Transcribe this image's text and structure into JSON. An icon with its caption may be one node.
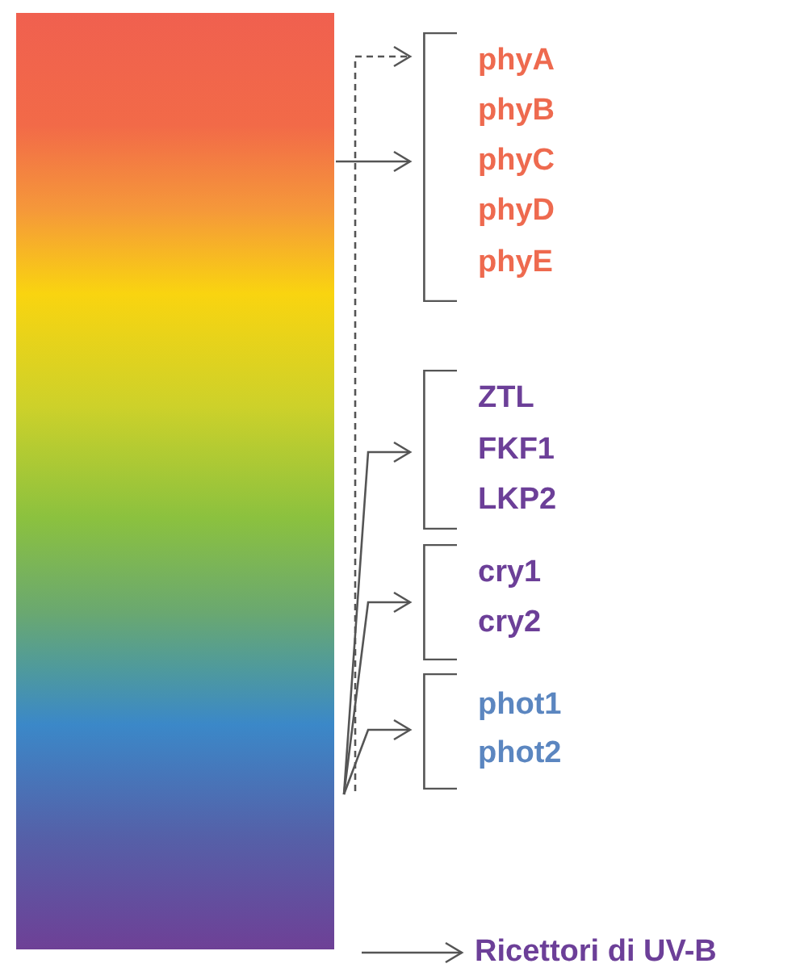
{
  "diagram": {
    "nodes": [
      {
        "text": [],
        "shape": "bar"
      },
      {
        "text": [
          "phyA",
          "phyB",
          "phyC",
          "phyD",
          "phyE"
        ]
      },
      {
        "text": [
          "ZTL",
          "FKF1",
          "LKP2"
        ]
      },
      {
        "text": [
          "cry1",
          "cry2"
        ]
      },
      {
        "text": [
          "phot1",
          "phot2"
        ]
      },
      {
        "text": [
          "Ricettori di UV-B"
        ]
      }
    ],
    "edges": [
      {
        "from": 0,
        "to": 1,
        "arrow": "to",
        "style": "dashed"
      },
      {
        "from": 0,
        "to": 1,
        "arrow": "to"
      },
      {
        "from": 0,
        "to": 2,
        "arrow": "to"
      },
      {
        "from": 0,
        "to": 3,
        "arrow": "to"
      },
      {
        "from": 0,
        "to": 4,
        "arrow": "to"
      },
      {
        "from": 0,
        "to": 5,
        "arrow": "to"
      }
    ]
  }
}
